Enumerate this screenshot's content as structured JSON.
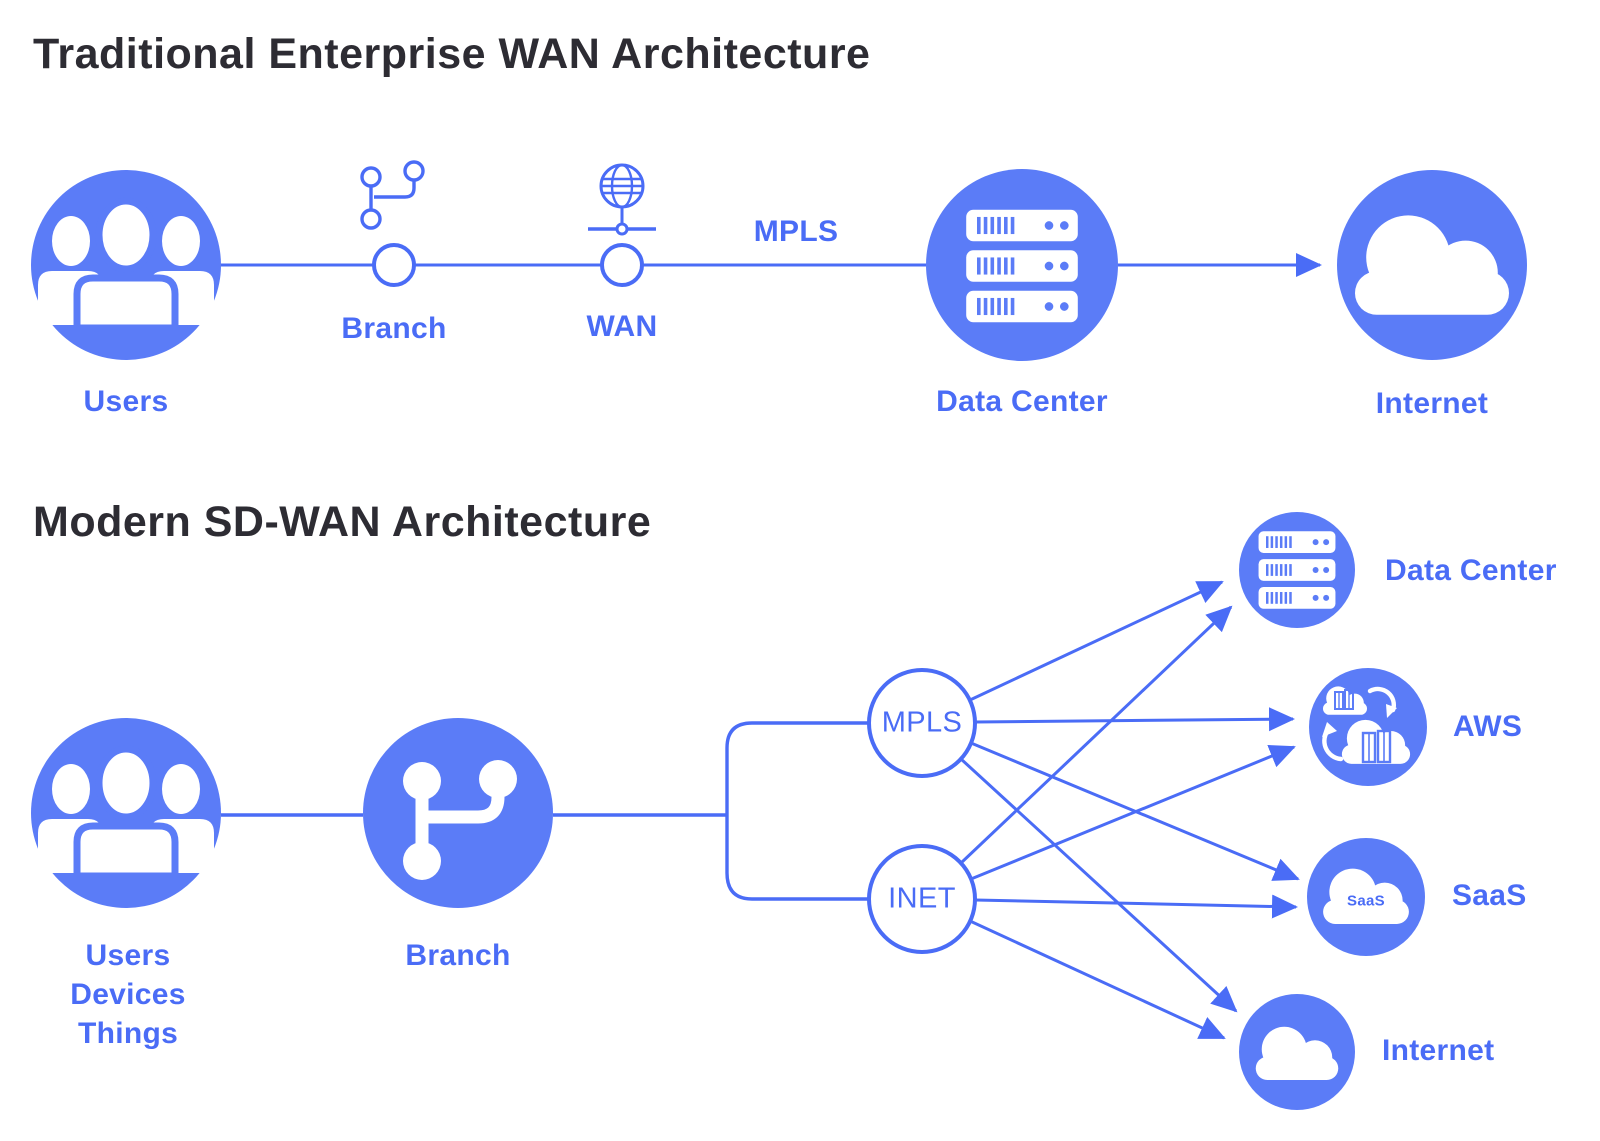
{
  "colors": {
    "node_fill": "#5b7cf7",
    "line_stroke": "#4a6cf6",
    "label_text": "#4a6cf6",
    "title_text": "#2d2c33",
    "icon_on_node": "#ffffff"
  },
  "traditional": {
    "title": "Traditional Enterprise WAN Architecture",
    "users_label": "Users",
    "branch_label": "Branch",
    "wan_label": "WAN",
    "mpls_link_label": "MPLS",
    "data_center_label": "Data Center",
    "internet_label": "Internet"
  },
  "modern": {
    "title": "Modern SD-WAN Architecture",
    "users_line1": "Users",
    "users_line2": "Devices",
    "users_line3": "Things",
    "branch_label": "Branch",
    "mpls_label": "MPLS",
    "inet_label": "INET",
    "data_center_label": "Data Center",
    "aws_label": "AWS",
    "saas_cloud_text": "SaaS",
    "saas_label": "SaaS",
    "internet_label": "Internet"
  }
}
